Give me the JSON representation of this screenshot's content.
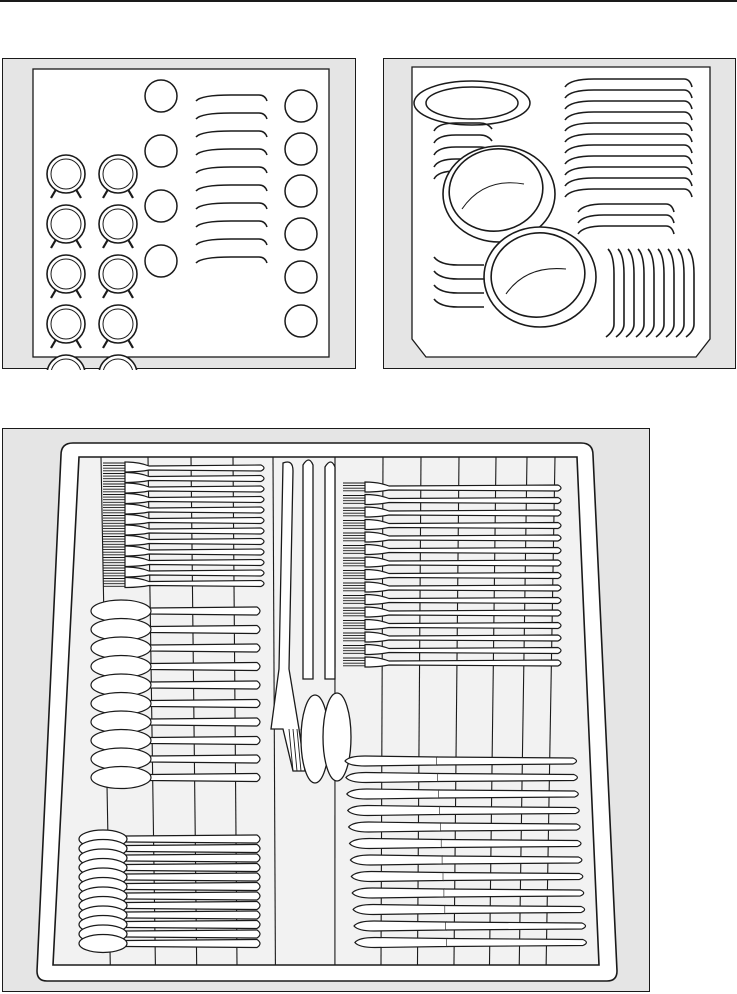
{
  "figures": [
    {
      "name": "upper-basket-cups-glasses"
    },
    {
      "name": "lower-basket-plates-bowls"
    },
    {
      "name": "cutlery-tray"
    }
  ],
  "colors": {
    "stroke": "#1a1a1a",
    "panel_bg": "#e5e5e5",
    "insert_bg": "#ffffff",
    "tray_inner": "#f2f2f2"
  }
}
